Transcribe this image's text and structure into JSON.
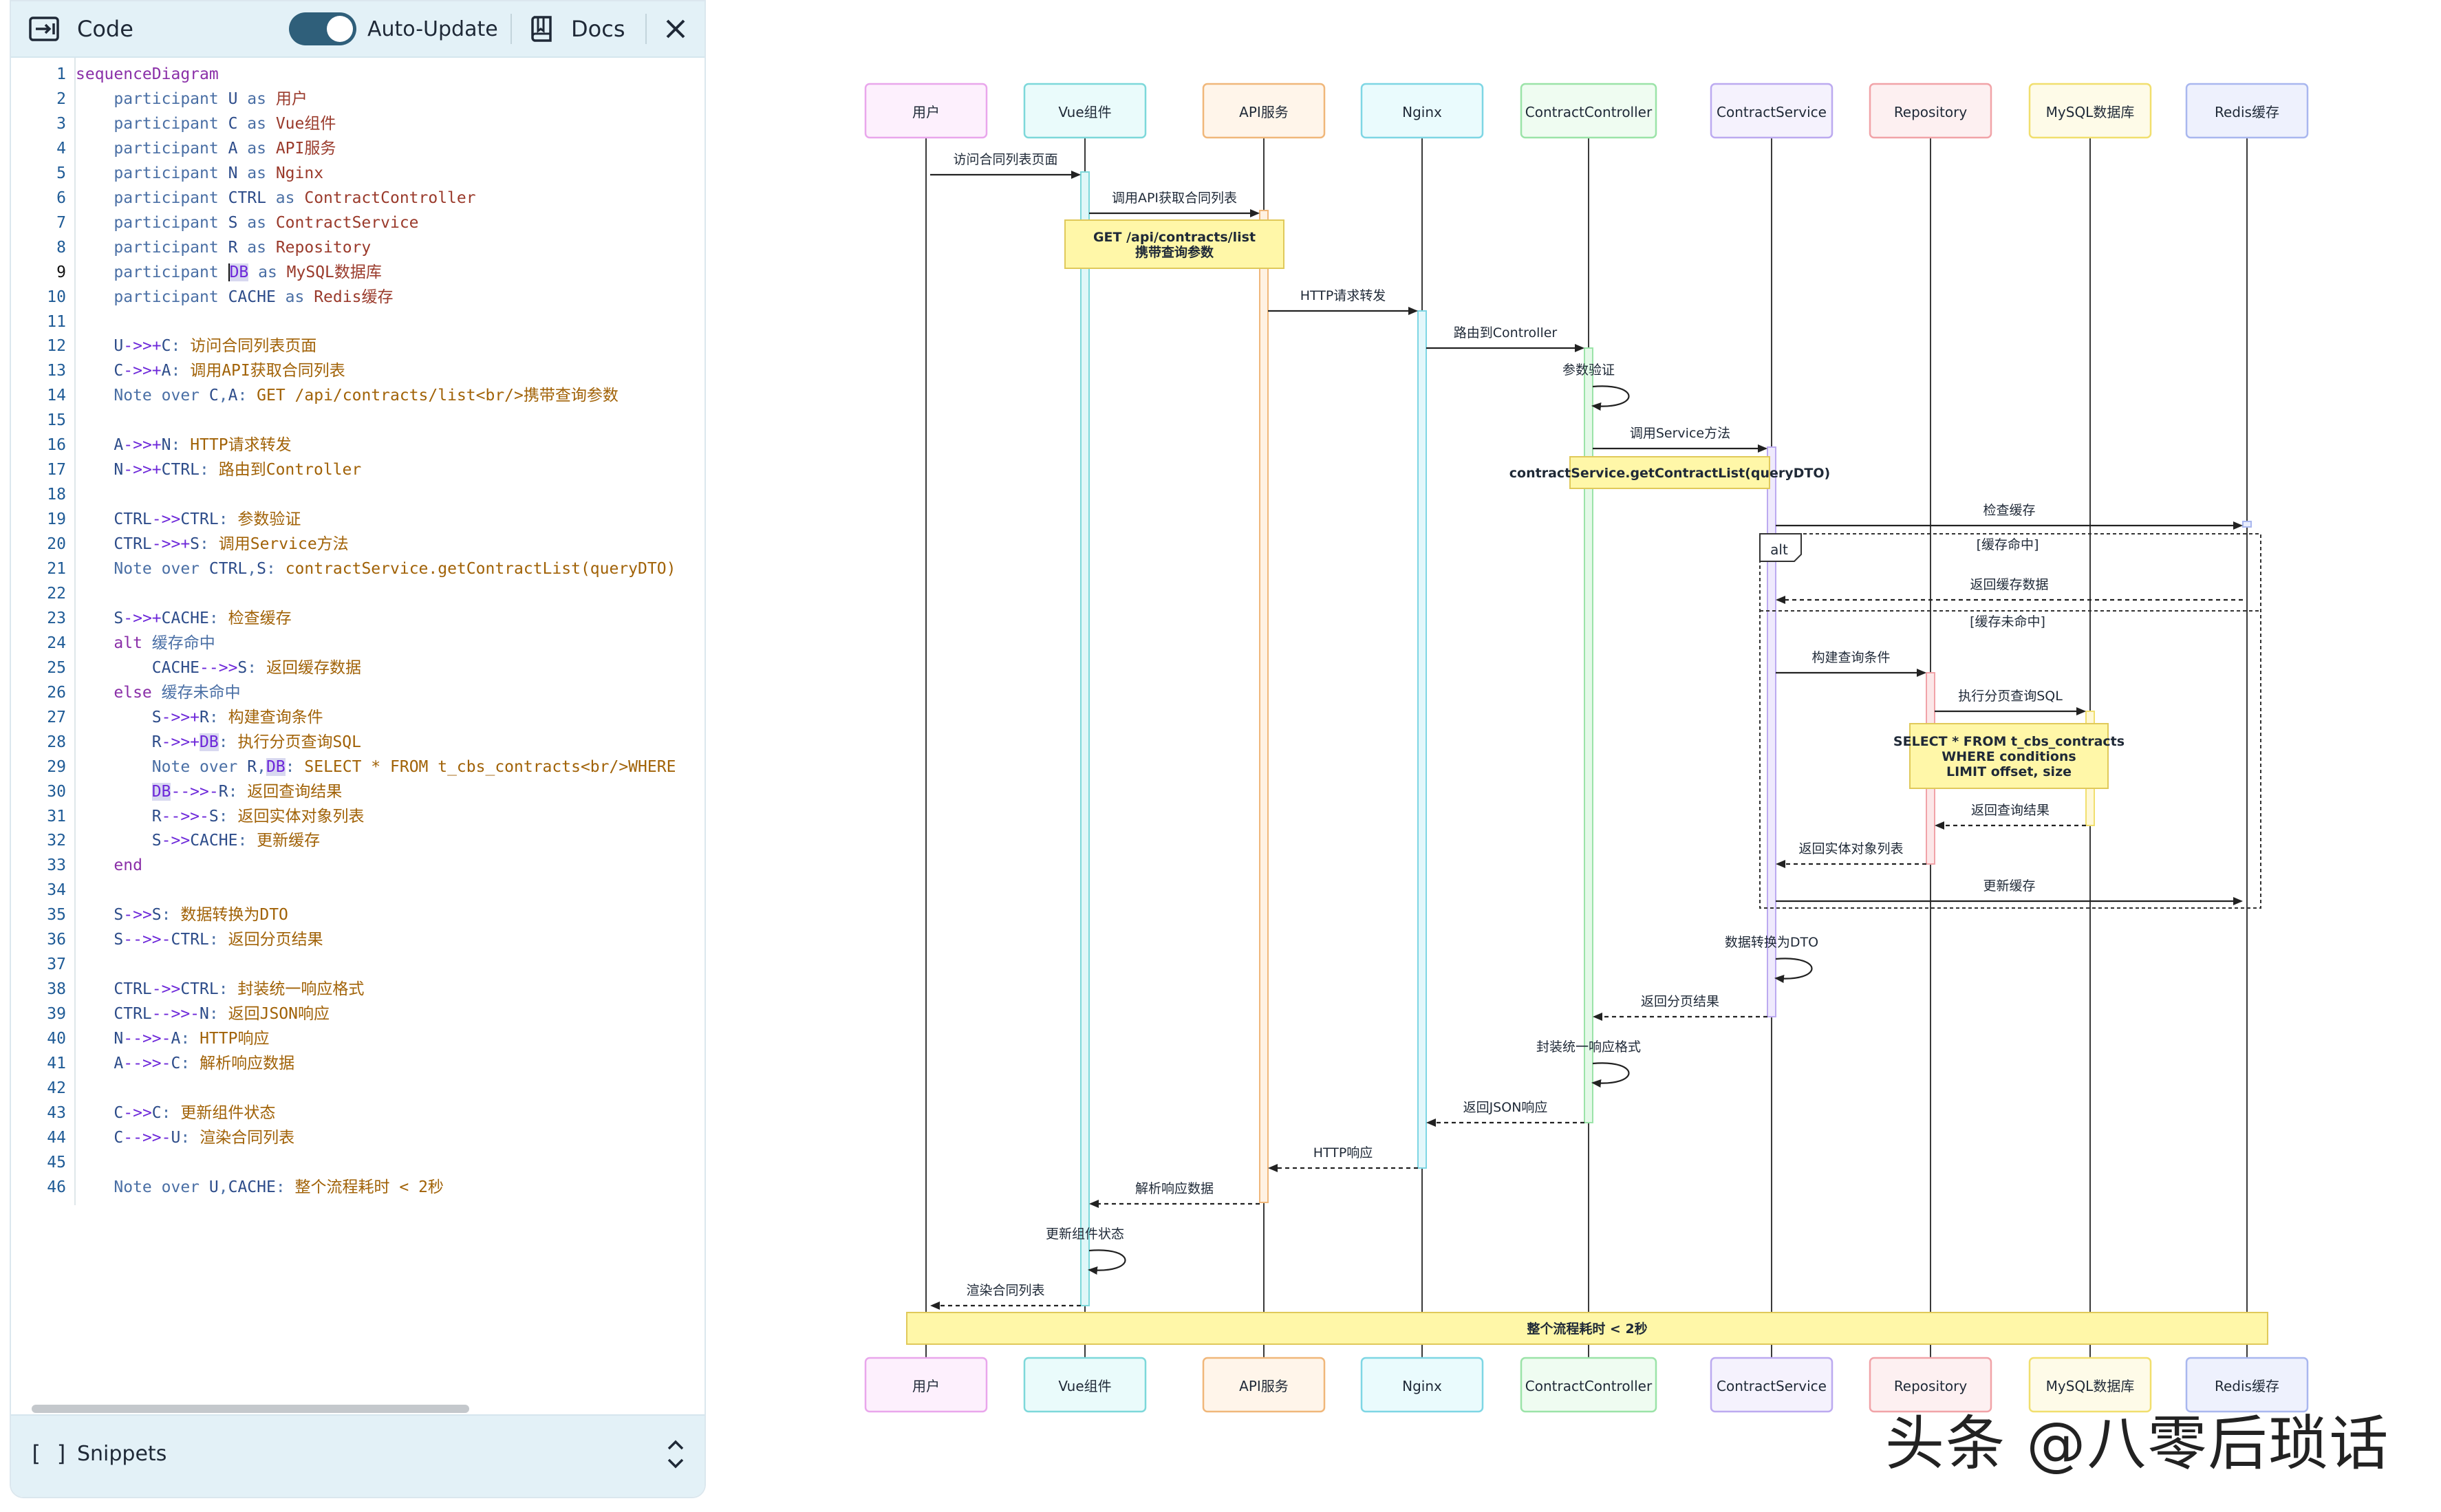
{
  "editor": {
    "title": "Code",
    "auto_update_label": "Auto-Update",
    "auto_update_on": true,
    "docs_label": "Docs",
    "snippets_label": "Snippets",
    "snippets_icon": "[ ]",
    "active_line": 9,
    "lines": [
      [
        [
          "kw",
          "sequenceDiagram"
        ]
      ],
      [
        [
          "p",
          "    participant "
        ],
        [
          "v",
          "U"
        ],
        [
          "p",
          " as "
        ],
        [
          "a",
          "用户"
        ]
      ],
      [
        [
          "p",
          "    participant "
        ],
        [
          "v",
          "C"
        ],
        [
          "p",
          " as "
        ],
        [
          "a",
          "Vue组件"
        ]
      ],
      [
        [
          "p",
          "    participant "
        ],
        [
          "v",
          "A"
        ],
        [
          "p",
          " as "
        ],
        [
          "a",
          "API服务"
        ]
      ],
      [
        [
          "p",
          "    participant "
        ],
        [
          "v",
          "N"
        ],
        [
          "p",
          " as "
        ],
        [
          "a",
          "Nginx"
        ]
      ],
      [
        [
          "p",
          "    participant "
        ],
        [
          "v",
          "CTRL"
        ],
        [
          "p",
          " as "
        ],
        [
          "a",
          "ContractController"
        ]
      ],
      [
        [
          "p",
          "    participant "
        ],
        [
          "v",
          "S"
        ],
        [
          "p",
          " as "
        ],
        [
          "a",
          "ContractService"
        ]
      ],
      [
        [
          "p",
          "    participant "
        ],
        [
          "v",
          "R"
        ],
        [
          "p",
          " as "
        ],
        [
          "a",
          "Repository"
        ]
      ],
      [
        [
          "p",
          "    participant "
        ],
        [
          "hl",
          "DB"
        ],
        [
          "p",
          " as "
        ],
        [
          "a",
          "MySQL数据库"
        ]
      ],
      [
        [
          "p",
          "    participant "
        ],
        [
          "v",
          "CACHE"
        ],
        [
          "p",
          " as "
        ],
        [
          "a",
          "Redis缓存"
        ]
      ],
      [],
      [
        [
          "p",
          "    "
        ],
        [
          "v",
          "U"
        ],
        [
          "op",
          "->>+"
        ],
        [
          "v",
          "C"
        ],
        [
          "p",
          ": "
        ],
        [
          "t",
          "访问合同列表页面"
        ]
      ],
      [
        [
          "p",
          "    "
        ],
        [
          "v",
          "C"
        ],
        [
          "op",
          "->>+"
        ],
        [
          "v",
          "A"
        ],
        [
          "p",
          ": "
        ],
        [
          "t",
          "调用API获取合同列表"
        ]
      ],
      [
        [
          "p",
          "    Note over "
        ],
        [
          "v",
          "C"
        ],
        [
          "p",
          ","
        ],
        [
          "v",
          "A"
        ],
        [
          "p",
          ": "
        ],
        [
          "t",
          "GET /api/contracts/list<br/>携带查询参数"
        ]
      ],
      [],
      [
        [
          "p",
          "    "
        ],
        [
          "v",
          "A"
        ],
        [
          "op",
          "->>+"
        ],
        [
          "v",
          "N"
        ],
        [
          "p",
          ": "
        ],
        [
          "t",
          "HTTP请求转发"
        ]
      ],
      [
        [
          "p",
          "    "
        ],
        [
          "v",
          "N"
        ],
        [
          "op",
          "->>+"
        ],
        [
          "v",
          "CTRL"
        ],
        [
          "p",
          ": "
        ],
        [
          "t",
          "路由到Controller"
        ]
      ],
      [],
      [
        [
          "p",
          "    "
        ],
        [
          "v",
          "CTRL"
        ],
        [
          "op",
          "->>"
        ],
        [
          "v",
          "CTRL"
        ],
        [
          "p",
          ": "
        ],
        [
          "t",
          "参数验证"
        ]
      ],
      [
        [
          "p",
          "    "
        ],
        [
          "v",
          "CTRL"
        ],
        [
          "op",
          "->>+"
        ],
        [
          "v",
          "S"
        ],
        [
          "p",
          ": "
        ],
        [
          "t",
          "调用Service方法"
        ]
      ],
      [
        [
          "p",
          "    Note over "
        ],
        [
          "v",
          "CTRL"
        ],
        [
          "p",
          ","
        ],
        [
          "v",
          "S"
        ],
        [
          "p",
          ": "
        ],
        [
          "t",
          "contractService.getContractList(queryDTO)"
        ]
      ],
      [],
      [
        [
          "p",
          "    "
        ],
        [
          "v",
          "S"
        ],
        [
          "op",
          "->>+"
        ],
        [
          "v",
          "CACHE"
        ],
        [
          "p",
          ": "
        ],
        [
          "t",
          "检查缓存"
        ]
      ],
      [
        [
          "p",
          "    "
        ],
        [
          "kw",
          "alt"
        ],
        [
          "p",
          " 缓存命中"
        ]
      ],
      [
        [
          "p",
          "        "
        ],
        [
          "v",
          "CACHE"
        ],
        [
          "op",
          "-->>"
        ],
        [
          "v",
          "S"
        ],
        [
          "p",
          ": "
        ],
        [
          "t",
          "返回缓存数据"
        ]
      ],
      [
        [
          "p",
          "    "
        ],
        [
          "kw",
          "else"
        ],
        [
          "p",
          " 缓存未命中"
        ]
      ],
      [
        [
          "p",
          "        "
        ],
        [
          "v",
          "S"
        ],
        [
          "op",
          "->>+"
        ],
        [
          "v",
          "R"
        ],
        [
          "p",
          ": "
        ],
        [
          "t",
          "构建查询条件"
        ]
      ],
      [
        [
          "p",
          "        "
        ],
        [
          "v",
          "R"
        ],
        [
          "op",
          "->>+"
        ],
        [
          "hl",
          "DB"
        ],
        [
          "p",
          ": "
        ],
        [
          "t",
          "执行分页查询SQL"
        ]
      ],
      [
        [
          "p",
          "        Note over "
        ],
        [
          "v",
          "R"
        ],
        [
          "p",
          ","
        ],
        [
          "hl",
          "DB"
        ],
        [
          "p",
          ": "
        ],
        [
          "t",
          "SELECT * FROM t_cbs_contracts<br/>WHERE"
        ]
      ],
      [
        [
          "p",
          "        "
        ],
        [
          "hl",
          "DB"
        ],
        [
          "op",
          "-->>-"
        ],
        [
          "v",
          "R"
        ],
        [
          "p",
          ": "
        ],
        [
          "t",
          "返回查询结果"
        ]
      ],
      [
        [
          "p",
          "        "
        ],
        [
          "v",
          "R"
        ],
        [
          "op",
          "-->>-"
        ],
        [
          "v",
          "S"
        ],
        [
          "p",
          ": "
        ],
        [
          "t",
          "返回实体对象列表"
        ]
      ],
      [
        [
          "p",
          "        "
        ],
        [
          "v",
          "S"
        ],
        [
          "op",
          "->>"
        ],
        [
          "v",
          "CACHE"
        ],
        [
          "p",
          ": "
        ],
        [
          "t",
          "更新缓存"
        ]
      ],
      [
        [
          "p",
          "    "
        ],
        [
          "kw",
          "end"
        ]
      ],
      [],
      [
        [
          "p",
          "    "
        ],
        [
          "v",
          "S"
        ],
        [
          "op",
          "->>"
        ],
        [
          "v",
          "S"
        ],
        [
          "p",
          ": "
        ],
        [
          "t",
          "数据转换为DTO"
        ]
      ],
      [
        [
          "p",
          "    "
        ],
        [
          "v",
          "S"
        ],
        [
          "op",
          "-->>-"
        ],
        [
          "v",
          "CTRL"
        ],
        [
          "p",
          ": "
        ],
        [
          "t",
          "返回分页结果"
        ]
      ],
      [],
      [
        [
          "p",
          "    "
        ],
        [
          "v",
          "CTRL"
        ],
        [
          "op",
          "->>"
        ],
        [
          "v",
          "CTRL"
        ],
        [
          "p",
          ": "
        ],
        [
          "t",
          "封装统一响应格式"
        ]
      ],
      [
        [
          "p",
          "    "
        ],
        [
          "v",
          "CTRL"
        ],
        [
          "op",
          "-->>-"
        ],
        [
          "v",
          "N"
        ],
        [
          "p",
          ": "
        ],
        [
          "t",
          "返回JSON响应"
        ]
      ],
      [
        [
          "p",
          "    "
        ],
        [
          "v",
          "N"
        ],
        [
          "op",
          "-->>-"
        ],
        [
          "v",
          "A"
        ],
        [
          "p",
          ": "
        ],
        [
          "t",
          "HTTP响应"
        ]
      ],
      [
        [
          "p",
          "    "
        ],
        [
          "v",
          "A"
        ],
        [
          "op",
          "-->>-"
        ],
        [
          "v",
          "C"
        ],
        [
          "p",
          ": "
        ],
        [
          "t",
          "解析响应数据"
        ]
      ],
      [],
      [
        [
          "p",
          "    "
        ],
        [
          "v",
          "C"
        ],
        [
          "op",
          "->>"
        ],
        [
          "v",
          "C"
        ],
        [
          "p",
          ": "
        ],
        [
          "t",
          "更新组件状态"
        ]
      ],
      [
        [
          "p",
          "    "
        ],
        [
          "v",
          "C"
        ],
        [
          "op",
          "-->>-"
        ],
        [
          "v",
          "U"
        ],
        [
          "p",
          ": "
        ],
        [
          "t",
          "渲染合同列表"
        ]
      ],
      [],
      [
        [
          "p",
          "    Note over "
        ],
        [
          "v",
          "U"
        ],
        [
          "p",
          ","
        ],
        [
          "v",
          "CACHE"
        ],
        [
          "p",
          ": "
        ],
        [
          "t",
          "整个流程耗时 < 2秒"
        ]
      ]
    ]
  },
  "diagram": {
    "participants": [
      {
        "id": "U",
        "label": "用户",
        "fill": "#fdf0fd",
        "stroke": "#e9a6ec",
        "bar": "#fdf0fd"
      },
      {
        "id": "C",
        "label": "Vue组件",
        "fill": "#eafbfb",
        "stroke": "#7dd8da",
        "bar": "#dff7f8"
      },
      {
        "id": "A",
        "label": "API服务",
        "fill": "#fff5ea",
        "stroke": "#f0b77a",
        "bar": "#fff1e2"
      },
      {
        "id": "N",
        "label": "Nginx",
        "fill": "#eafbfd",
        "stroke": "#7ed6e4",
        "bar": "#e3f7fb"
      },
      {
        "id": "CTRL",
        "label": "ContractController",
        "fill": "#effcf1",
        "stroke": "#9be3a8",
        "bar": "#e4f9e8"
      },
      {
        "id": "S",
        "label": "ContractService",
        "fill": "#f5f2fd",
        "stroke": "#bcaaf0",
        "bar": "#efeafd"
      },
      {
        "id": "R",
        "label": "Repository",
        "fill": "#fdf0f1",
        "stroke": "#f1a3a8",
        "bar": "#fce7e8"
      },
      {
        "id": "DB",
        "label": "MySQL数据库",
        "fill": "#fefbe8",
        "stroke": "#f1df6e",
        "bar": "#fff8d6"
      },
      {
        "id": "CACHE",
        "label": "Redis缓存",
        "fill": "#eef1fd",
        "stroke": "#a9b7ef",
        "bar": "#e9edfc"
      }
    ],
    "messages": [
      {
        "from": "U",
        "to": "C",
        "text": "访问合同列表页面",
        "dashed": false
      },
      {
        "from": "C",
        "to": "A",
        "text": "调用API获取合同列表",
        "dashed": false
      },
      {
        "from": "A",
        "to": "N",
        "text": "HTTP请求转发",
        "dashed": false
      },
      {
        "from": "N",
        "to": "CTRL",
        "text": "路由到Controller",
        "dashed": false
      },
      {
        "from": "CTRL",
        "to": "CTRL",
        "text": "参数验证",
        "dashed": false
      },
      {
        "from": "CTRL",
        "to": "S",
        "text": "调用Service方法",
        "dashed": false
      },
      {
        "from": "S",
        "to": "CACHE",
        "text": "检查缓存",
        "dashed": false
      },
      {
        "from": "CACHE",
        "to": "S",
        "text": "返回缓存数据",
        "dashed": true
      },
      {
        "from": "S",
        "to": "R",
        "text": "构建查询条件",
        "dashed": false
      },
      {
        "from": "R",
        "to": "DB",
        "text": "执行分页查询SQL",
        "dashed": false
      },
      {
        "from": "DB",
        "to": "R",
        "text": "返回查询结果",
        "dashed": true
      },
      {
        "from": "R",
        "to": "S",
        "text": "返回实体对象列表",
        "dashed": true
      },
      {
        "from": "S",
        "to": "CACHE",
        "text": "更新缓存",
        "dashed": false
      },
      {
        "from": "S",
        "to": "S",
        "text": "数据转换为DTO",
        "dashed": false
      },
      {
        "from": "S",
        "to": "CTRL",
        "text": "返回分页结果",
        "dashed": true
      },
      {
        "from": "CTRL",
        "to": "CTRL",
        "text": "封装统一响应格式",
        "dashed": false
      },
      {
        "from": "CTRL",
        "to": "N",
        "text": "返回JSON响应",
        "dashed": true
      },
      {
        "from": "N",
        "to": "A",
        "text": "HTTP响应",
        "dashed": true
      },
      {
        "from": "A",
        "to": "C",
        "text": "解析响应数据",
        "dashed": true
      },
      {
        "from": "C",
        "to": "C",
        "text": "更新组件状态",
        "dashed": false
      },
      {
        "from": "C",
        "to": "U",
        "text": "渲染合同列表",
        "dashed": true
      }
    ],
    "notes": [
      {
        "over": [
          "C",
          "A"
        ],
        "lines": [
          "GET /api/contracts/list",
          "携带查询参数"
        ]
      },
      {
        "over": [
          "CTRL",
          "S"
        ],
        "lines": [
          "contractService.getContractList(queryDTO)"
        ]
      },
      {
        "over": [
          "R",
          "DB"
        ],
        "lines": [
          "SELECT * FROM t_cbs_contracts",
          "WHERE conditions",
          "LIMIT offset, size"
        ]
      },
      {
        "over": [
          "U",
          "CACHE"
        ],
        "lines": [
          "整个流程耗时 < 2秒"
        ]
      }
    ],
    "alt": {
      "label": "alt",
      "cond1": "[缓存命中]",
      "cond2": "[缓存未命中]"
    }
  },
  "watermark": "头条 @八零后琐话"
}
